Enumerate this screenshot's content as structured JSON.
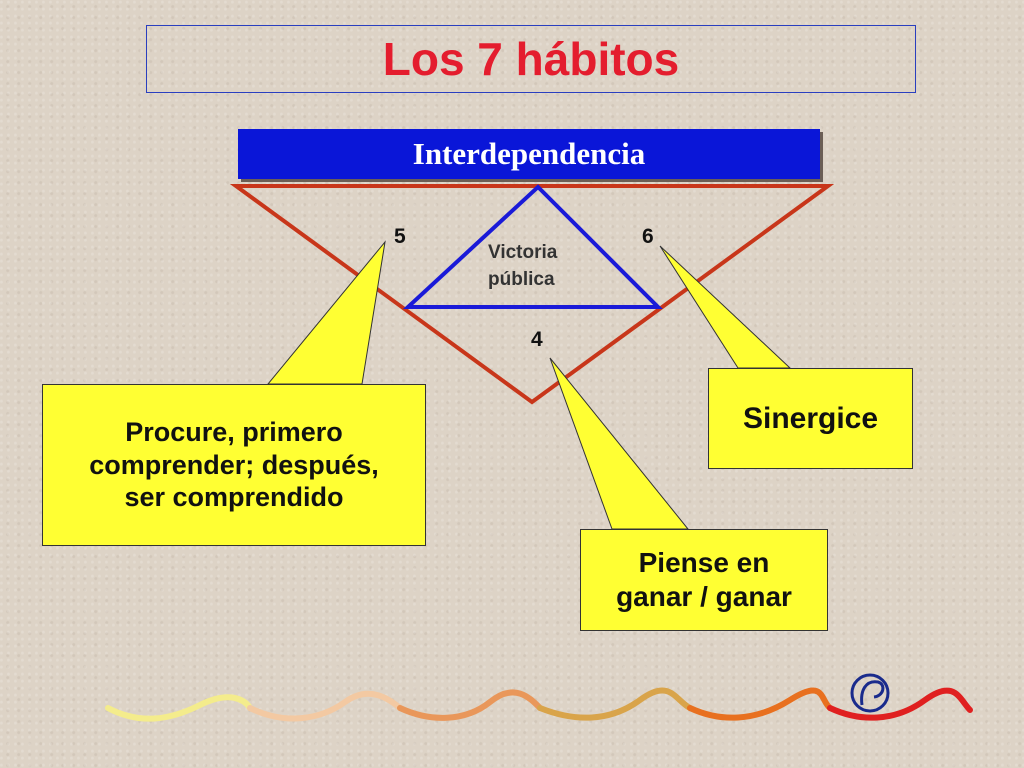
{
  "title": "Los 7 hábitos",
  "banner": "Interdependencia",
  "center_label": {
    "line1": "Victoria",
    "line2": "pública"
  },
  "numbers": {
    "n5": "5",
    "n6": "6",
    "n4": "4"
  },
  "callouts": {
    "procure": {
      "line1": "Procure, primero",
      "line2": "comprender; después,",
      "line3": "ser comprendido"
    },
    "sinergice": "Sinergice",
    "piense": {
      "line1": "Piense en",
      "line2": "ganar / ganar"
    }
  },
  "colors": {
    "title": "#e41d2e",
    "banner_bg": "#0a16d8",
    "outer_triangle": "#c8361a",
    "inner_triangle": "#1a1ad8",
    "callout_bg": "#ffff33"
  },
  "icons": {
    "logo": "circular-logo-icon",
    "wave": "decorative-wave-line"
  }
}
